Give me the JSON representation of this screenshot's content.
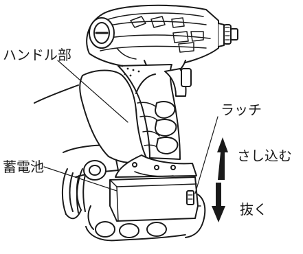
{
  "labels": {
    "handle": "ハンドル部",
    "battery": "蓄電池",
    "latch": "ラッチ",
    "insert": "さし込む",
    "remove": "抜く"
  },
  "colors": {
    "line": "#1a1a1a",
    "fill": "#ffffff",
    "gray": "#555555"
  },
  "icons": {
    "insert_arrow": "arrow-up-icon",
    "remove_arrow": "arrow-down-icon"
  }
}
